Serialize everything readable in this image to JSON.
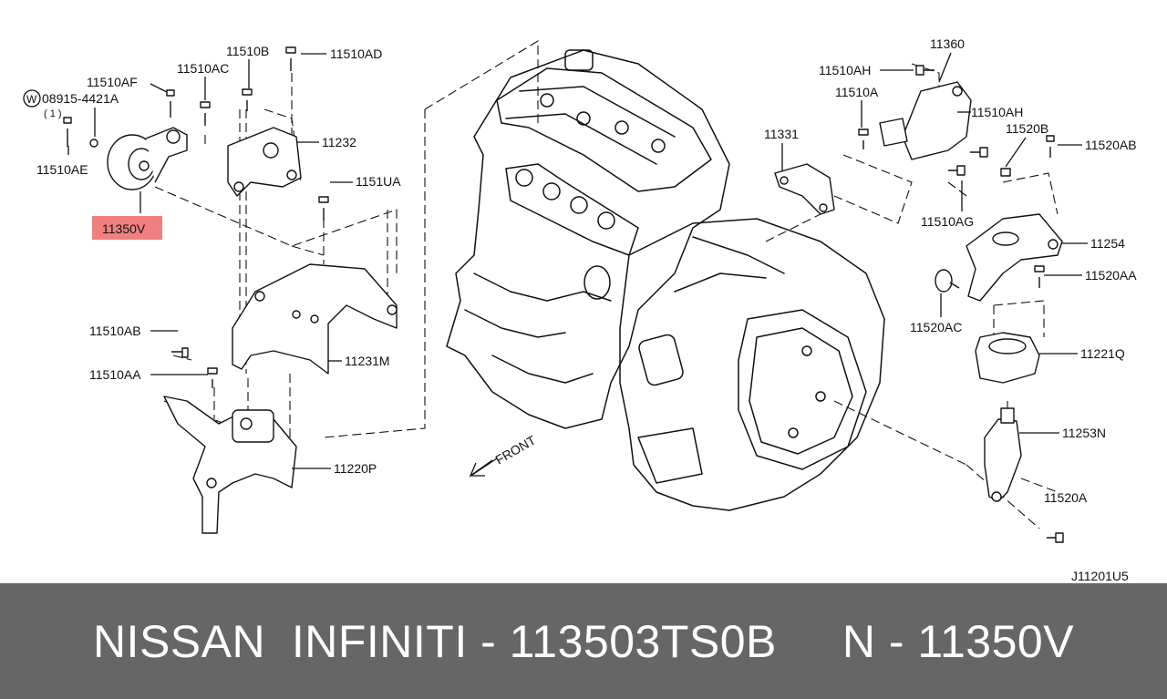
{
  "diagram": {
    "labels": {
      "washer_part": "08915-4421A",
      "washer_qty": "( 1 )",
      "washer_symbol": "W",
      "l_11510af": "11510AF",
      "l_11510ac": "11510AC",
      "l_11510b": "11510B",
      "l_11510ad": "11510AD",
      "l_11510ae": "11510AE",
      "l_11232": "11232",
      "l_1151ua": "1151UA",
      "l_11510ab": "11510AB",
      "l_11510aa_left": "11510AA",
      "l_11231m": "11231M",
      "l_11220p": "11220P",
      "l_11360": "11360",
      "l_11510ah_top": "11510AH",
      "l_11510a": "11510A",
      "l_11510ah_right": "11510AH",
      "l_11331": "11331",
      "l_11520b": "11520B",
      "l_11520ab": "11520AB",
      "l_11510ag": "11510AG",
      "l_11254": "11254",
      "l_11520aa": "11520AA",
      "l_11520ac": "11520AC",
      "l_11221q": "11221Q",
      "l_11253n": "11253N",
      "l_11520a": "11520A",
      "front": "FRONT",
      "drawing_code": "J11201U5"
    },
    "highlight": {
      "label": "11350V",
      "color": "#f08080"
    }
  },
  "footer": {
    "text": "NISSAN  INFINITI - 113503TS0B     N - 11350V",
    "background": "#666666"
  }
}
